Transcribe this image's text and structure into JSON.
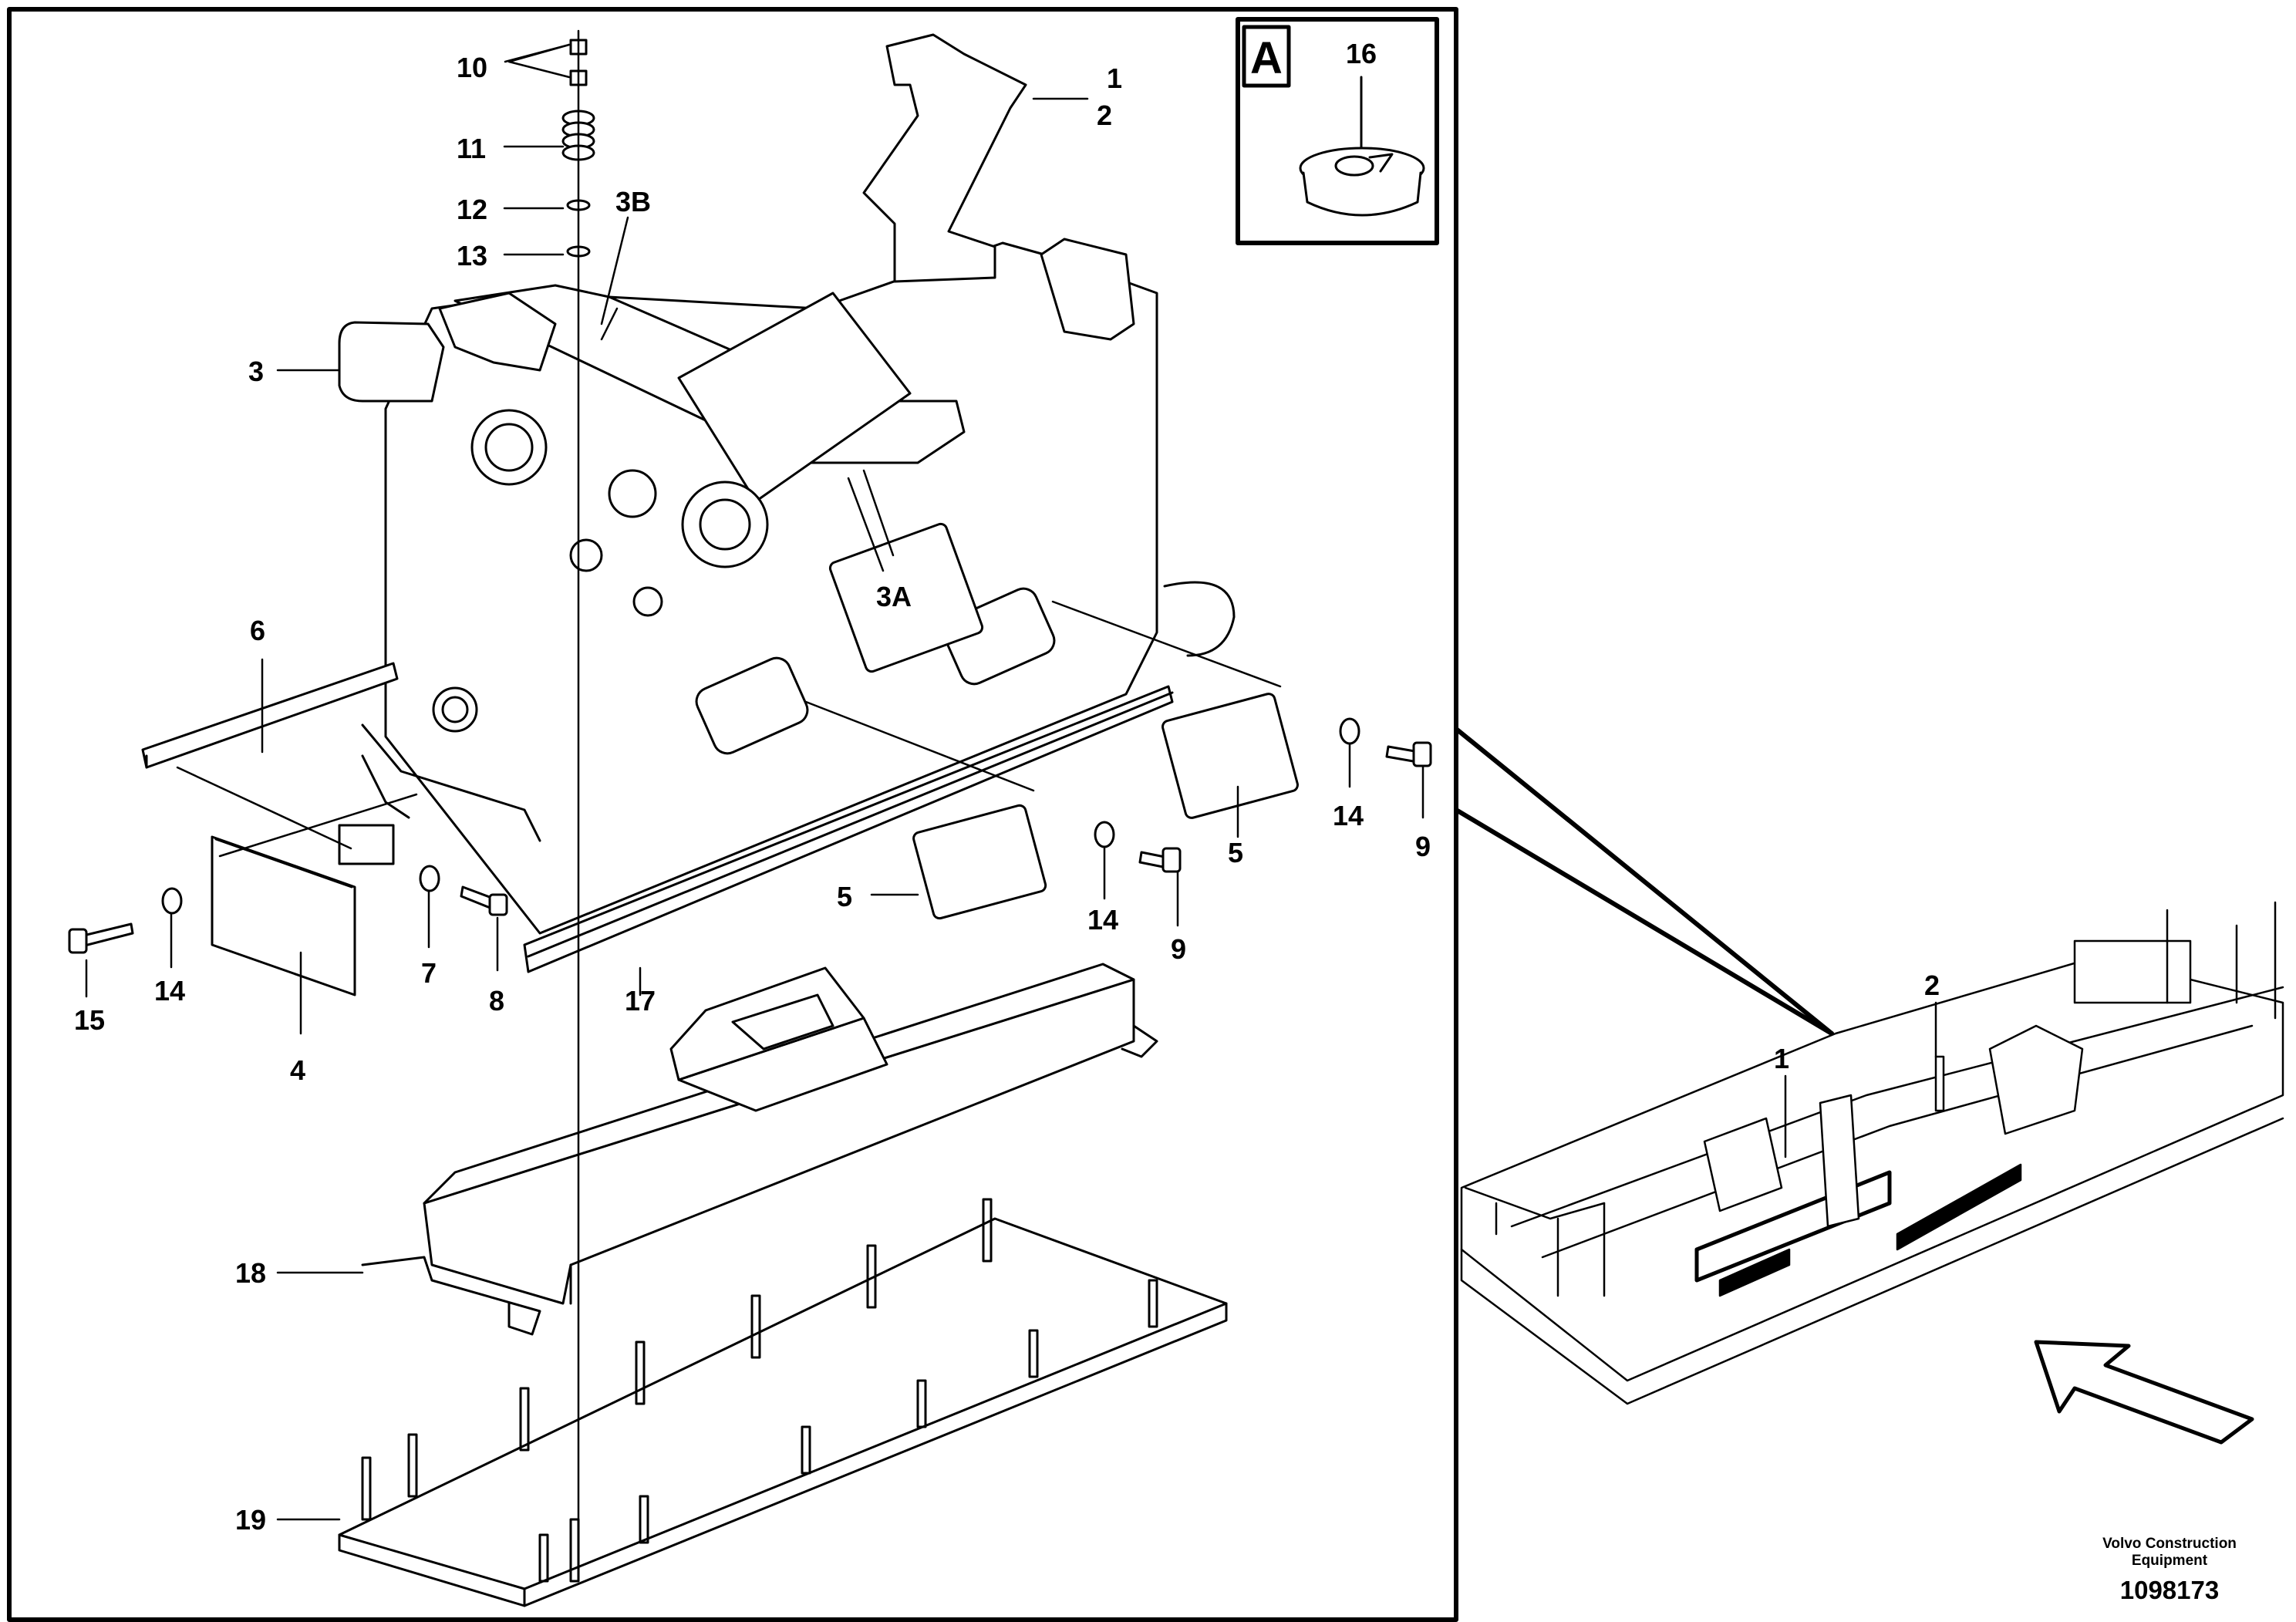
{
  "callouts": {
    "c1": "1",
    "c2": "2",
    "c3": "3",
    "c3A": "3A",
    "c3B": "3B",
    "c4": "4",
    "c5a": "5",
    "c5b": "5",
    "c6": "6",
    "c7": "7",
    "c8": "8",
    "c9a": "9",
    "c9b": "9",
    "c10": "10",
    "c11": "11",
    "c12": "12",
    "c13": "13",
    "c14a": "14",
    "c14b": "14",
    "c14c": "14",
    "c15": "15",
    "c16": "16",
    "c17": "17",
    "c18": "18",
    "c19": "19"
  },
  "detail": {
    "letter": "A",
    "marker": "A"
  },
  "overview": {
    "c1": "1",
    "c2": "2"
  },
  "footer": {
    "brand_line1": "Volvo Construction",
    "brand_line2": "Equipment",
    "doc_number": "1098173"
  }
}
